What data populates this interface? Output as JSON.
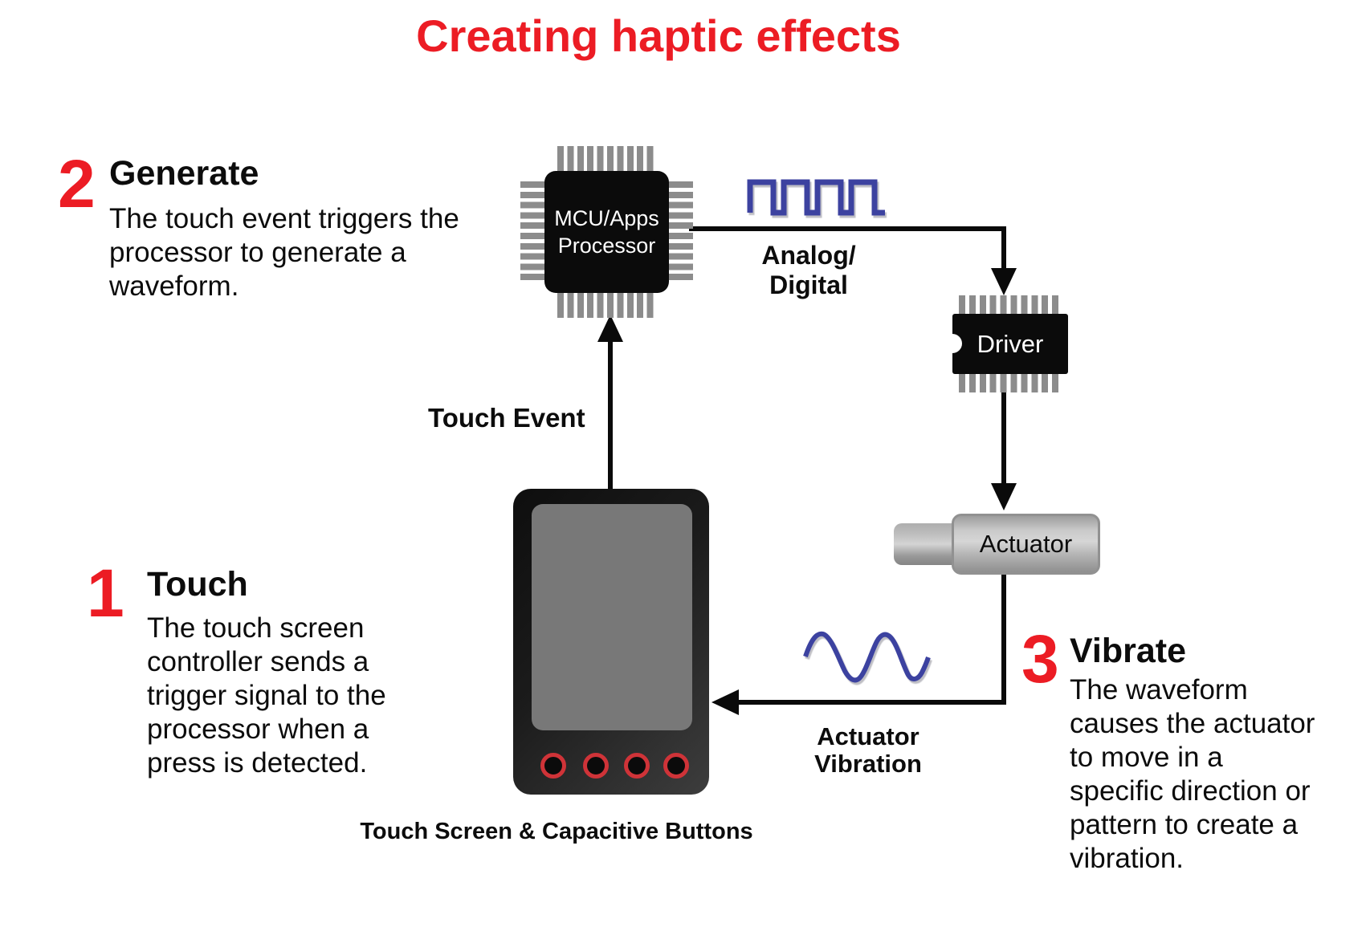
{
  "title": "Creating haptic effects",
  "steps": [
    {
      "number": "1",
      "heading": "Touch",
      "body": "The touch screen\ncontroller sends a\ntrigger signal to the\nprocessor when a\npress is detected."
    },
    {
      "number": "2",
      "heading": "Generate",
      "body": "The touch event triggers the\nprocessor to generate a\nwaveform."
    },
    {
      "number": "3",
      "heading": "Vibrate",
      "body": "The waveform\ncauses the actuator\nto move in a\nspecific direction or\npattern to create a\nvibration."
    }
  ],
  "components": {
    "mcu_label": "MCU/Apps\nProcessor",
    "driver_label": "Driver",
    "actuator_label": "Actuator",
    "device_caption": "Touch Screen & Capacitive Buttons"
  },
  "flow_labels": {
    "touch_event": "Touch Event",
    "analog_digital": "Analog/\nDigital",
    "actuator_vibration": "Actuator\nVibration"
  },
  "colors": {
    "accent_red": "#EC1C24",
    "wave_blue": "#3C42A0",
    "chip_black": "#0B0B0B",
    "pin_gray": "#8C8C8C",
    "button_ring_red": "#CF3338"
  }
}
